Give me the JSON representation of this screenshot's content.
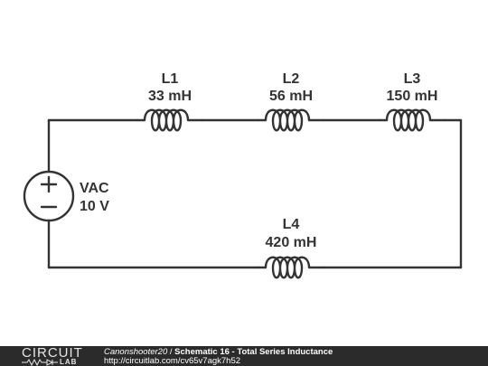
{
  "source": {
    "label": "VAC",
    "value": "10 V"
  },
  "inductors": [
    {
      "name": "L1",
      "value": "33 mH"
    },
    {
      "name": "L2",
      "value": "56 mH"
    },
    {
      "name": "L3",
      "value": "150 mH"
    },
    {
      "name": "L4",
      "value": "420 mH"
    }
  ],
  "footer": {
    "logo_top": "CIRCUIT",
    "logo_bottom": "LAB",
    "author": "Canonshooter20",
    "separator": " / ",
    "title": "Schematic 16 - Total Series Inductance",
    "url": "http://circuitlab.com/cv65v7agk7h52"
  },
  "colors": {
    "wire": "#333333",
    "footer_bg": "#2b2b2b",
    "footer_text": "#ffffff"
  }
}
